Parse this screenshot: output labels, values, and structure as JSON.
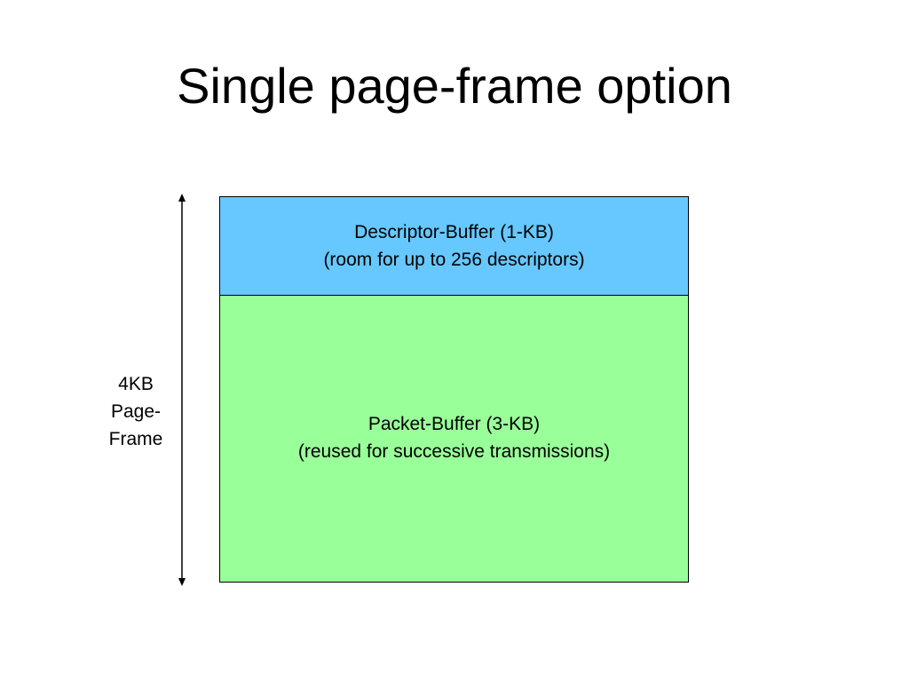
{
  "title": "Single page-frame option",
  "colors": {
    "descriptor_fill": "#66c8ff",
    "packet_fill": "#99ff99",
    "outline": "#000000"
  },
  "frame_label": {
    "lines": [
      "4KB",
      "Page-",
      "Frame"
    ]
  },
  "descriptor_buffer": {
    "line1": "Descriptor-Buffer (1-KB)",
    "line2": "(room for up to 256 descriptors)"
  },
  "packet_buffer": {
    "line1": "Packet-Buffer (3-KB)",
    "line2": "(reused for successive transmissions)"
  }
}
